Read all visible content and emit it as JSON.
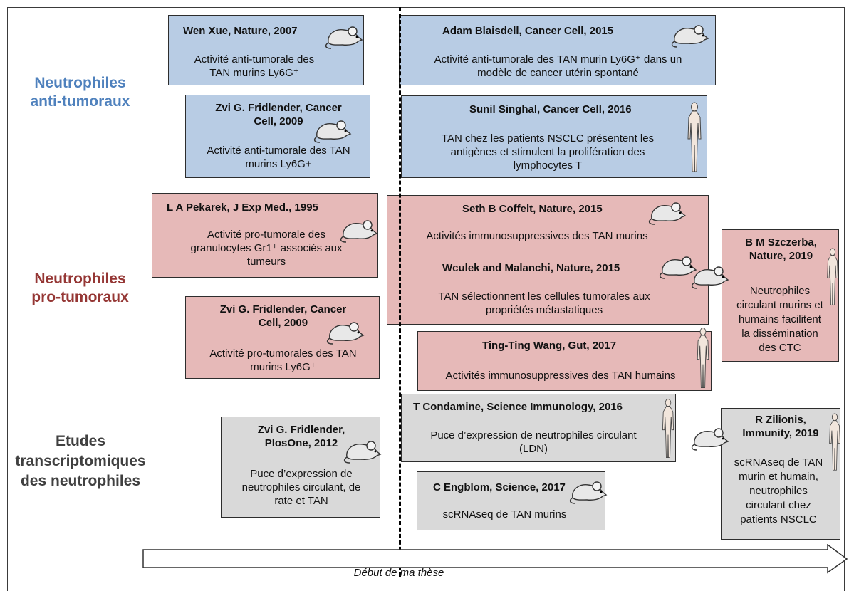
{
  "categories": {
    "anti": [
      "Neutrophiles",
      "anti-tumoraux"
    ],
    "pro": [
      "Neutrophiles",
      "pro-tumoraux"
    ],
    "transcript": [
      "Etudes",
      "transcriptomiques",
      "des neutrophiles"
    ]
  },
  "timeline": {
    "label": "Début de ma thèse"
  },
  "colors": {
    "anti": "#b8cce4",
    "pro": "#e6b9b8",
    "transcript": "#d9d9d9",
    "anti_text": "#4f81bd",
    "pro_text": "#953735"
  },
  "studies": {
    "xue": {
      "title": "Wen Xue, Nature, 2007",
      "desc": [
        "Activité anti-tumorale des",
        "TAN murins Ly6G⁺"
      ],
      "icon": "mouse-icon"
    },
    "blaisdell": {
      "title": "Adam Blaisdell, Cancer Cell, 2015",
      "desc": [
        "Activité anti-tumorale des TAN murin Ly6G⁺ dans un",
        "modèle de cancer utérin spontané"
      ],
      "icon": "mouse-icon"
    },
    "fridlender_anti": {
      "title": [
        "Zvi G. Fridlender, Cancer",
        "Cell, 2009"
      ],
      "desc": [
        "Activité anti-tumorale des TAN",
        "murins Ly6G+"
      ],
      "icon": "mouse-icon"
    },
    "singhal": {
      "title": "Sunil Singhal, Cancer Cell, 2016",
      "desc": [
        "TAN chez les patients NSCLC  présentent les",
        "antigènes et stimulent la prolifération des",
        "lymphocytes T"
      ],
      "icon": "human-icon"
    },
    "pekarek": {
      "title": "L A Pekarek, J Exp Med., 1995",
      "desc": [
        "Activité pro-tumorale des",
        "granulocytes Gr1⁺ associés aux",
        "tumeurs"
      ],
      "icon": "mouse-icon"
    },
    "coffelt": {
      "title": "Seth B Coffelt, Nature, 2015",
      "desc": "Activités immunosuppressives des TAN murins",
      "icon": "mouse-icon"
    },
    "wculek": {
      "title": "Wculek and Malanchi, Nature, 2015",
      "desc": [
        "TAN sélectionnent les cellules tumorales aux",
        "propriétés métastatiques"
      ],
      "icon": "mouse-icon"
    },
    "szczerba": {
      "title": [
        "B M Szczerba,",
        "Nature, 2019"
      ],
      "desc": [
        "Neutrophiles",
        "circulant murins et",
        "humains facilitent",
        "la dissémination",
        "des CTC"
      ],
      "icons": [
        "mouse-icon",
        "human-icon"
      ]
    },
    "fridlender_pro": {
      "title": [
        "Zvi G. Fridlender, Cancer",
        "Cell, 2009"
      ],
      "desc": [
        "Activité pro-tumorales des TAN",
        "murins Ly6G⁺"
      ],
      "icon": "mouse-icon"
    },
    "wang": {
      "title": "Ting-Ting Wang, Gut, 2017",
      "desc": "Activités immunosuppressives des TAN humains",
      "icon": "human-icon"
    },
    "condamine": {
      "title": "T Condamine, Science Immunology, 2016",
      "desc": [
        "Puce d’expression de neutrophiles circulant",
        "(LDN)"
      ],
      "icon": "human-icon"
    },
    "fridlender_plos": {
      "title": [
        "Zvi G. Fridlender,",
        "PlosOne, 2012"
      ],
      "desc": [
        "Puce d’expression de",
        "neutrophiles circulant, de",
        "rate et TAN"
      ],
      "icon": "mouse-icon"
    },
    "zilionis": {
      "title": [
        "R Zilionis,",
        "Immunity, 2019"
      ],
      "desc": [
        "scRNAseq de TAN",
        "murin et humain,",
        "neutrophiles",
        "circulant chez",
        "patients NSCLC"
      ],
      "icons": [
        "mouse-icon",
        "human-icon"
      ]
    },
    "engblom": {
      "title": "C Engblom, Science, 2017",
      "desc": "scRNAseq de TAN murins",
      "icon": "mouse-icon"
    }
  }
}
